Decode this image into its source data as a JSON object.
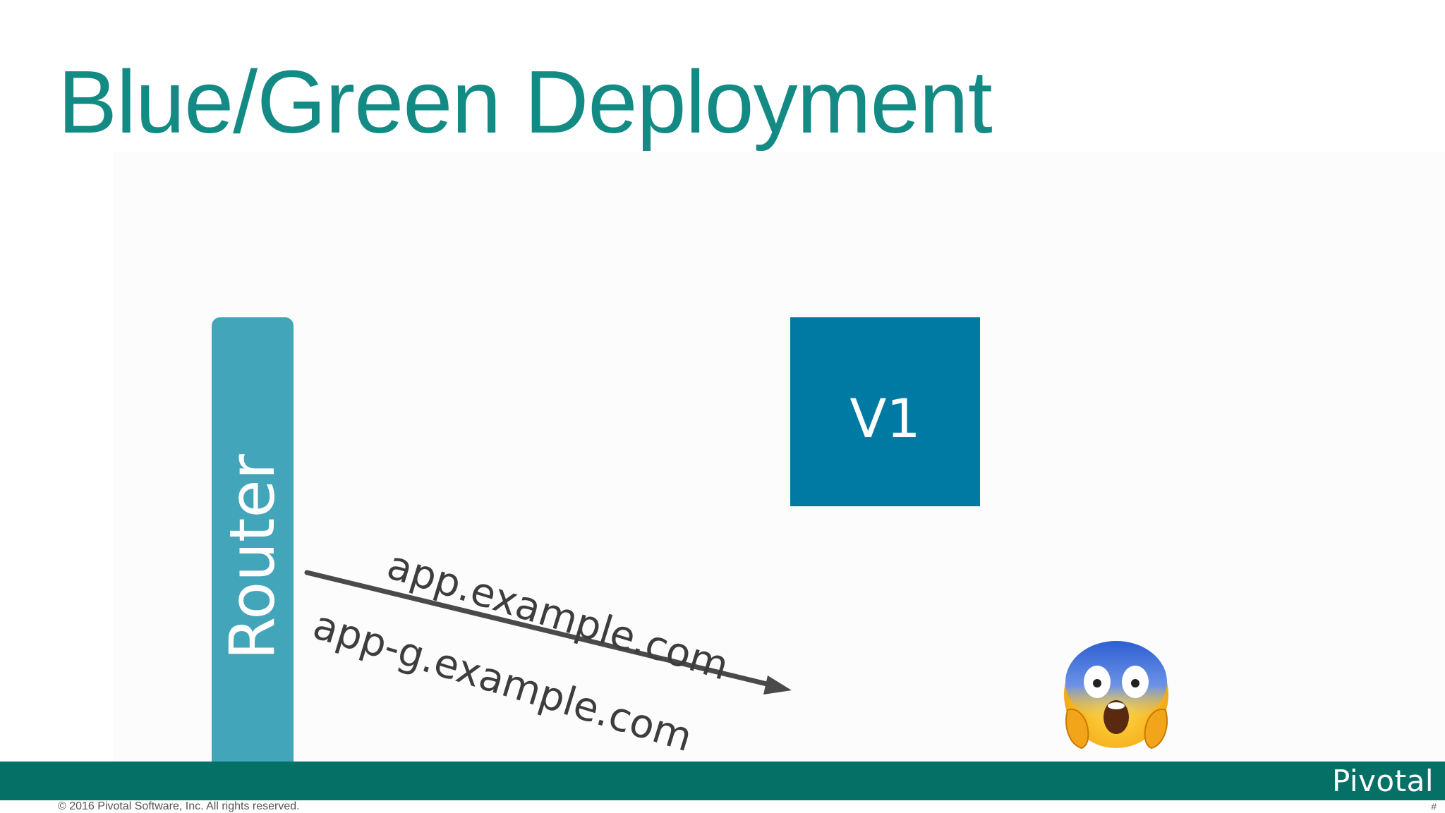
{
  "slide": {
    "title": "Blue/Green Deployment",
    "router_label": "Router",
    "app_version_label": "V1",
    "routes": {
      "primary": "app.example.com",
      "green": "app-g.example.com"
    },
    "emoji_icon": "face-screaming-in-fear-icon",
    "footer": {
      "logo_text": "Pivotal",
      "copyright": "© 2016 Pivotal Software, Inc. All rights reserved.",
      "slide_number": "#"
    }
  },
  "colors": {
    "title": "#138a84",
    "router": "#43a5b9",
    "app_box": "#007aa3",
    "footer_bar": "#057066",
    "arrow": "#4a4a4a",
    "route_text": "#3d3d3d"
  }
}
